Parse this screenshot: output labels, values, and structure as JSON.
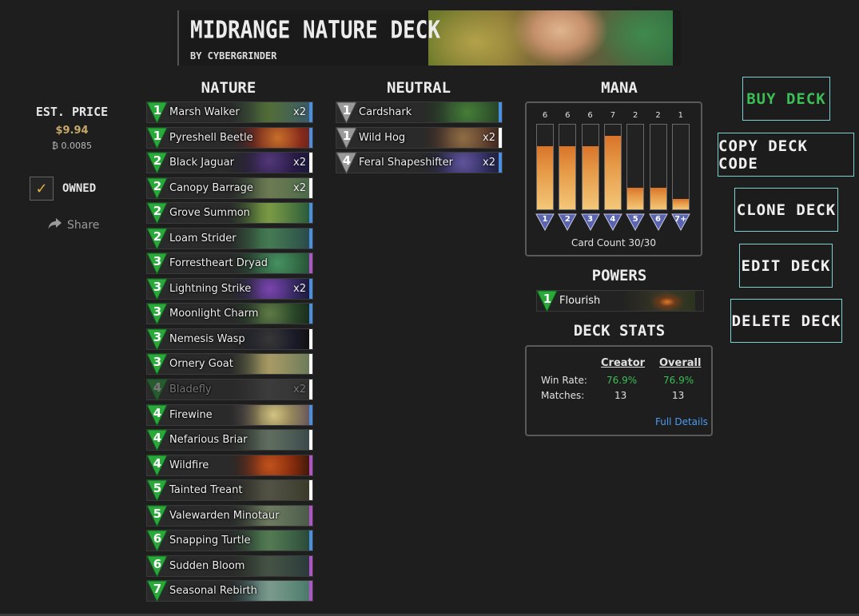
{
  "deck": {
    "title": "MIDRANGE NATURE DECK",
    "author": "BY CYBERGRINDER"
  },
  "price": {
    "label": "EST. PRICE",
    "value": "$9.94",
    "btc": "₿ 0.0085"
  },
  "owned": {
    "label": "OWNED",
    "checked": true
  },
  "share": {
    "label": "Share"
  },
  "columns": {
    "nature": "NATURE",
    "neutral": "NEUTRAL",
    "mana": "MANA",
    "powers": "POWERS",
    "deck_stats": "DECK STATS"
  },
  "colors": {
    "rarity_common": "#ffffff",
    "rarity_rare": "#4a8fe0",
    "rarity_epic": "#b054c8",
    "cost_nature": "#2aa83a",
    "cost_neutral": "#9a9a9a",
    "mana_tri": "#5a64b0",
    "accent_green": "#3bbf55",
    "button_border": "#7fd0d0"
  },
  "nature_cards": [
    {
      "cost": "1",
      "name": "Marsh Walker",
      "qty": "x2",
      "rarity": "rare"
    },
    {
      "cost": "1",
      "name": "Pyreshell Beetle",
      "qty": "",
      "rarity": "rare"
    },
    {
      "cost": "2",
      "name": "Black Jaguar",
      "qty": "x2",
      "rarity": "common"
    },
    {
      "cost": "2",
      "name": "Canopy Barrage",
      "qty": "x2",
      "rarity": "common"
    },
    {
      "cost": "2",
      "name": "Grove Summon",
      "qty": "",
      "rarity": "rare"
    },
    {
      "cost": "2",
      "name": "Loam Strider",
      "qty": "",
      "rarity": "rare"
    },
    {
      "cost": "3",
      "name": "Forrestheart Dryad",
      "qty": "",
      "rarity": "epic"
    },
    {
      "cost": "3",
      "name": "Lightning Strike",
      "qty": "x2",
      "rarity": "rare"
    },
    {
      "cost": "3",
      "name": "Moonlight Charm",
      "qty": "",
      "rarity": "rare"
    },
    {
      "cost": "3",
      "name": "Nemesis Wasp",
      "qty": "",
      "rarity": "common"
    },
    {
      "cost": "3",
      "name": "Ornery Goat",
      "qty": "",
      "rarity": "common"
    },
    {
      "cost": "4",
      "name": "Bladefly",
      "qty": "x2",
      "rarity": "common",
      "dim": true
    },
    {
      "cost": "4",
      "name": "Firewine",
      "qty": "",
      "rarity": "rare"
    },
    {
      "cost": "4",
      "name": "Nefarious Briar",
      "qty": "",
      "rarity": "common"
    },
    {
      "cost": "4",
      "name": "Wildfire",
      "qty": "",
      "rarity": "epic"
    },
    {
      "cost": "5",
      "name": "Tainted Treant",
      "qty": "",
      "rarity": "common"
    },
    {
      "cost": "5",
      "name": "Valewarden Minotaur",
      "qty": "",
      "rarity": "epic"
    },
    {
      "cost": "6",
      "name": "Snapping Turtle",
      "qty": "",
      "rarity": "rare"
    },
    {
      "cost": "6",
      "name": "Sudden Bloom",
      "qty": "",
      "rarity": "epic"
    },
    {
      "cost": "7",
      "name": "Seasonal Rebirth",
      "qty": "",
      "rarity": "epic"
    }
  ],
  "neutral_cards": [
    {
      "cost": "1",
      "name": "Cardshark",
      "qty": "",
      "rarity": "rare"
    },
    {
      "cost": "1",
      "name": "Wild Hog",
      "qty": "x2",
      "rarity": "common"
    },
    {
      "cost": "4",
      "name": "Feral Shapeshifter",
      "qty": "x2",
      "rarity": "rare"
    }
  ],
  "mana_curve": {
    "labels": [
      "1",
      "2",
      "3",
      "4",
      "5",
      "6",
      "7+"
    ],
    "counts": [
      "6",
      "6",
      "6",
      "7",
      "2",
      "2",
      "1"
    ],
    "fill_fraction": [
      0.86,
      0.86,
      0.86,
      1.0,
      0.29,
      0.29,
      0.14
    ],
    "caption": "Card Count 30/30"
  },
  "power": {
    "cost": "1",
    "name": "Flourish"
  },
  "stats": {
    "col_creator": "Creator",
    "col_overall": "Overall",
    "win_rate_label": "Win Rate:",
    "win_rate_creator": "76.9%",
    "win_rate_overall": "76.9%",
    "matches_label": "Matches:",
    "matches_creator": "13",
    "matches_overall": "13",
    "full_details": "Full Details"
  },
  "actions": {
    "buy": "BUY DECK",
    "copy": "COPY DECK CODE",
    "clone": "CLONE DECK",
    "edit": "EDIT DECK",
    "delete": "DELETE DECK"
  }
}
